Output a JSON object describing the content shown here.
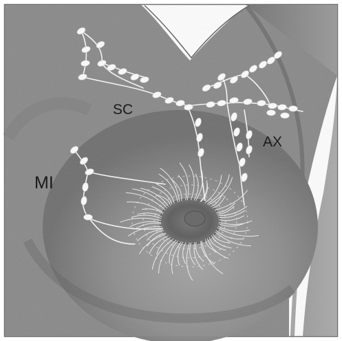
{
  "labels": {
    "sc": "SC",
    "ax": "AX",
    "mi": "MI"
  },
  "colors": {
    "skin_base": "#8c8c8c",
    "skin_dark": "#5e5e5e",
    "skin_light": "#b0b0b0",
    "lymph_vessel": "#f3f3f3",
    "node_fill": "#f7f7f7",
    "border": "#6f6f6f",
    "background": "#ffffff"
  }
}
